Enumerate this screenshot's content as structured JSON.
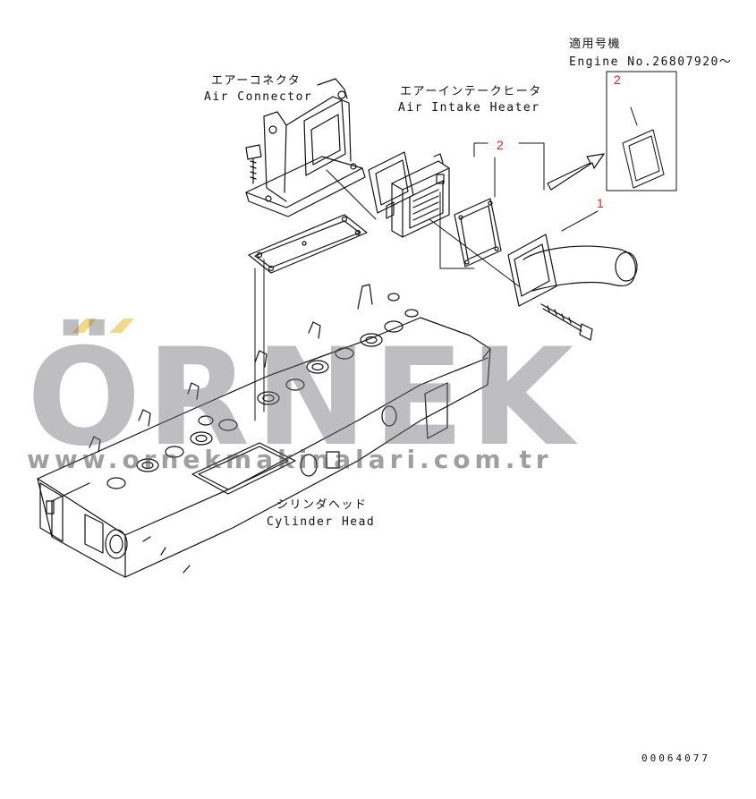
{
  "labels": {
    "applicable_jp": "適用号機",
    "engine_no": "Engine No.26807920～",
    "air_connector_jp": "エアーコネクタ",
    "air_connector_en": "Air Connector",
    "heater_jp": "エアーインテークヒータ",
    "heater_en": "Air Intake Heater",
    "cyl_jp": "シリンダヘッド",
    "cyl_en": "Cylinder Head"
  },
  "callouts": {
    "c1": "1",
    "c2a": "2",
    "c2b": "2"
  },
  "watermark": {
    "brand": "ÖRNEK",
    "url": "www.ornekmakinalari.com.tr",
    "color": "#6e6e73",
    "accent": "#f0d98a"
  },
  "doc_number": "00064077"
}
